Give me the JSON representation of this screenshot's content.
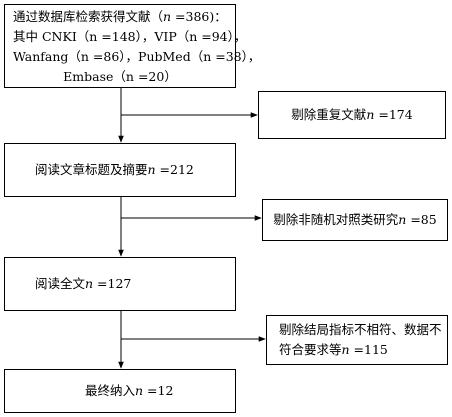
{
  "flow": {
    "identified": {
      "line1": {
        "pre": "通过数据库检索获得文献（",
        "var": "n",
        "post": " =386)："
      },
      "line2": "其中 CNKI（n =148），VIP（n =94），",
      "line3": "Wanfang（n =86），PubMed（n =38），",
      "line4": "Embase（n =20）"
    },
    "excluded_duplicates": {
      "pre": "剔除重复文献",
      "var": "n",
      "post": " =174"
    },
    "screened": {
      "pre": "阅读文章标题及摘要",
      "var": "n",
      "post": " =212"
    },
    "excluded_non_rct": {
      "pre": "剔除非随机对照类研究",
      "var": "n",
      "post": " =85"
    },
    "fulltext": {
      "pre": "阅读全文",
      "var": "n",
      "post": " =127"
    },
    "excluded_criteria": {
      "line1": "剔除结局指标不相符、数据不",
      "line2": {
        "pre": "符合要求等",
        "var": "n",
        "post": " =115"
      }
    },
    "included": {
      "pre": "最终纳入",
      "var": "n",
      "post": " =12"
    }
  }
}
